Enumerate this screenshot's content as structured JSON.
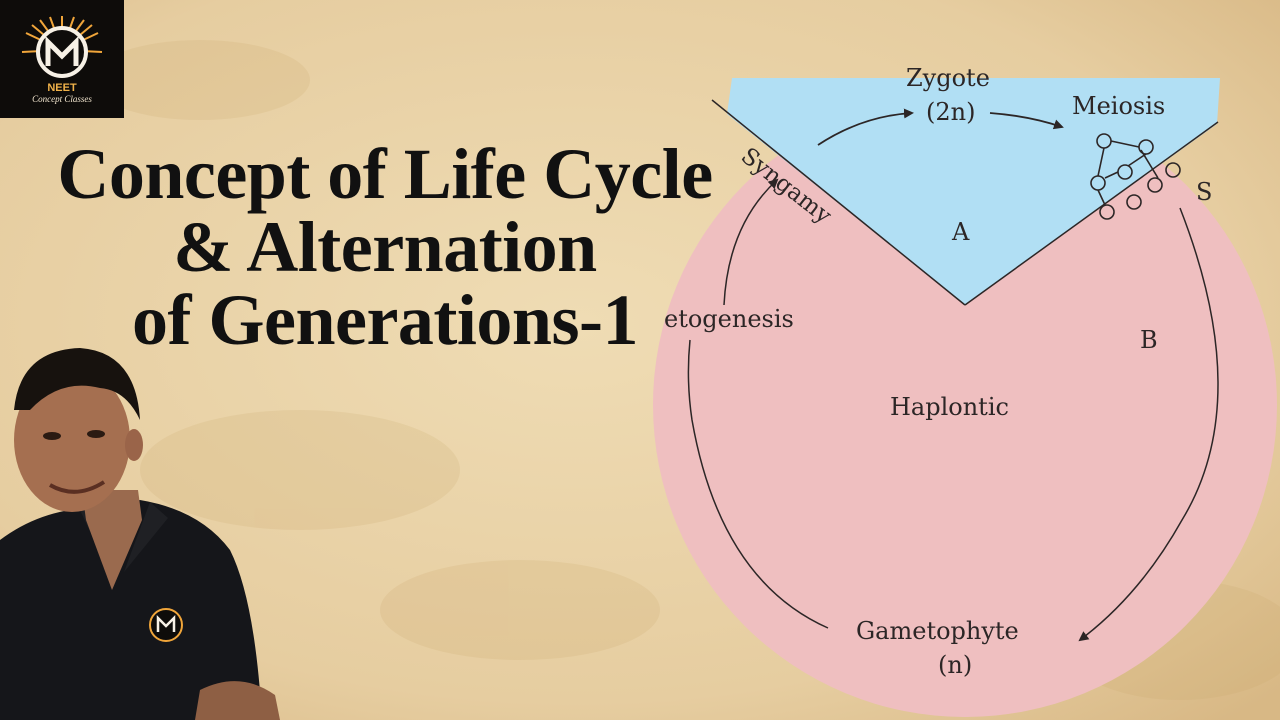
{
  "logo": {
    "brand": "NEET",
    "subtitle": "Concept Classes",
    "letter": "M"
  },
  "title": {
    "line1": "Concept of Life Cycle",
    "line2": "& Alternation",
    "line3": "of Generations-1"
  },
  "diagram": {
    "syngamy": "Syngamy",
    "zygote": "Zygote",
    "zygote_ploidy": "(2n)",
    "meiosis": "Meiosis",
    "region_a": "A",
    "region_b": "B",
    "gametogenesis": "etogenesis",
    "center": "Haplontic",
    "gametophyte": "Gametophyte",
    "gametophyte_ploidy": "(n)",
    "cut_off_letter": "S",
    "colors": {
      "upper_sector": "#b1dff4",
      "lower_circle": "#efbfc0"
    }
  }
}
